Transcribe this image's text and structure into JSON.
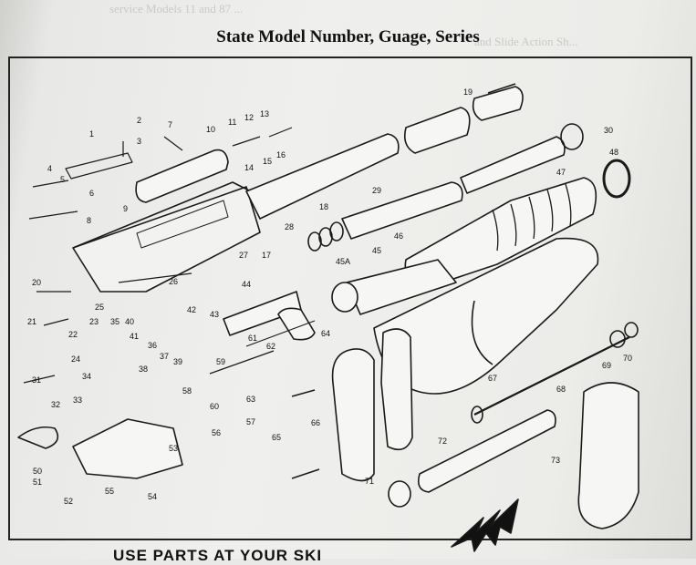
{
  "title": "State Model Number, Guage, Series",
  "footer_text": "USE PARTS AT YOUR SKI",
  "background_text": [
    "service Models 11 and 87 ...",
    "and Slide Action Sh..."
  ],
  "part_labels": [
    "1",
    "2",
    "3",
    "4",
    "5",
    "6",
    "7",
    "8",
    "9",
    "10",
    "11",
    "12",
    "13",
    "14",
    "15",
    "16",
    "17",
    "18",
    "19",
    "20",
    "21",
    "22",
    "23",
    "24",
    "25",
    "26",
    "27",
    "28",
    "29",
    "30",
    "31",
    "32",
    "33",
    "34",
    "35",
    "36",
    "37",
    "38",
    "39",
    "40",
    "41",
    "42",
    "43",
    "44",
    "45",
    "45A",
    "46",
    "47",
    "48",
    "50",
    "51",
    "52",
    "53",
    "54",
    "55",
    "56",
    "57",
    "58",
    "59",
    "60",
    "61",
    "62",
    "63",
    "64",
    "65",
    "66",
    "67",
    "68",
    "69",
    "70",
    "71",
    "72",
    "73"
  ]
}
